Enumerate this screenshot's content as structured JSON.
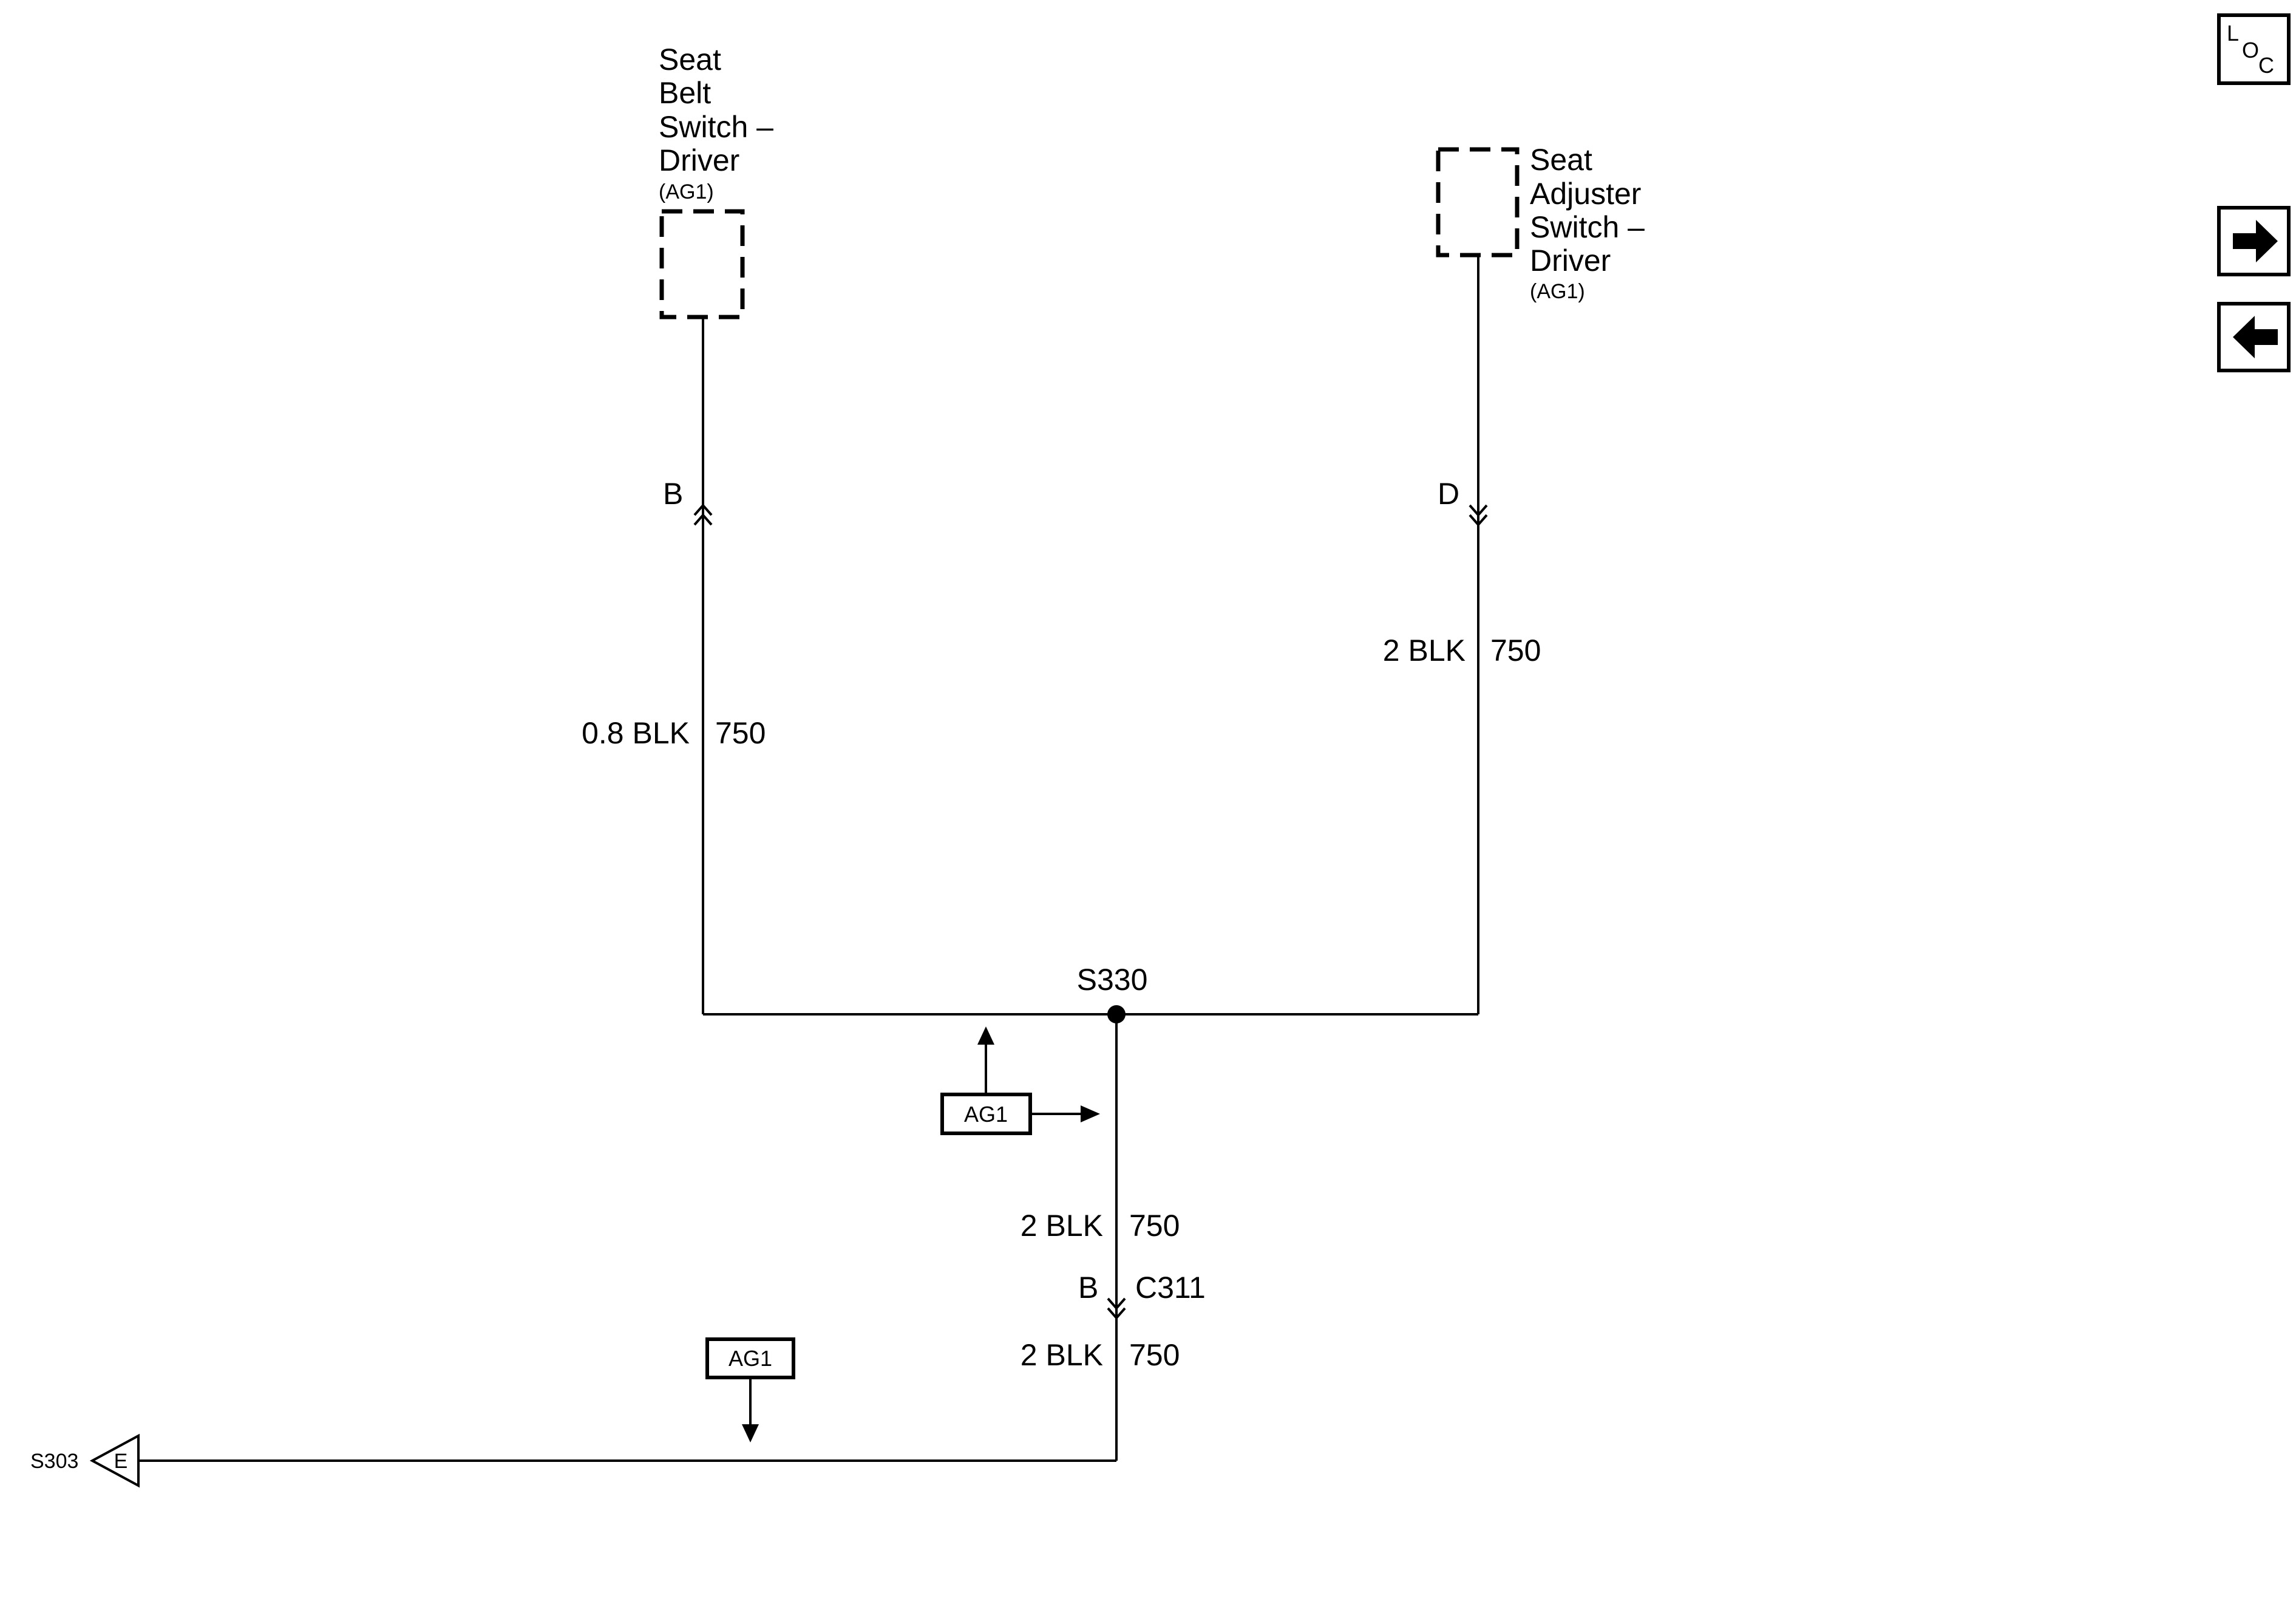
{
  "components": {
    "seat_belt_switch": {
      "lines": [
        "Seat",
        "Belt",
        "Switch –",
        "Driver"
      ],
      "option": "(AG1)"
    },
    "seat_adjuster_switch": {
      "lines": [
        "Seat",
        "Adjuster",
        "Switch –",
        "Driver"
      ],
      "option": "(AG1)"
    }
  },
  "connectors": {
    "left_pin": "B",
    "right_pin": "D",
    "c311_pin": "B",
    "c311_name": "C311"
  },
  "wires": {
    "left": {
      "size_color": "0.8 BLK",
      "circuit": "750"
    },
    "right": {
      "size_color": "2 BLK",
      "circuit": "750"
    },
    "lower_upper": {
      "size_color": "2 BLK",
      "circuit": "750"
    },
    "lower_lower": {
      "size_color": "2 BLK",
      "circuit": "750"
    }
  },
  "splice": {
    "name": "S330"
  },
  "option_boxes": {
    "upper": "AG1",
    "lower": "AG1"
  },
  "offpage": {
    "name": "S303",
    "letter": "E"
  },
  "nav": {
    "loc_icon": {
      "l": "L",
      "o": "O",
      "c": "C"
    },
    "forward_icon": "arrow-right-icon",
    "back_icon": "arrow-left-icon"
  }
}
